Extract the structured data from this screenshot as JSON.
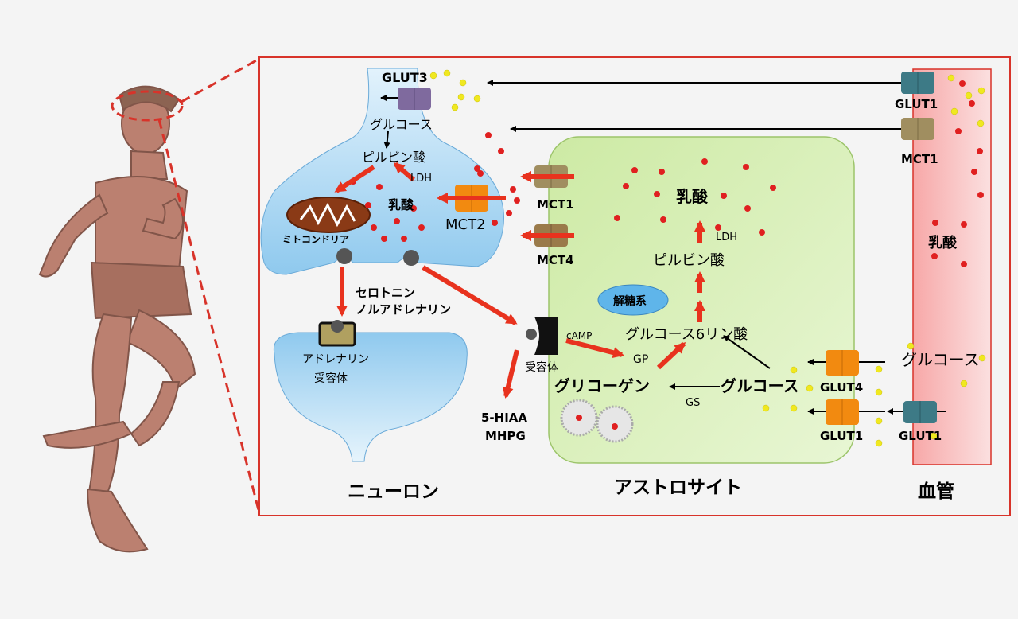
{
  "regions": {
    "neuron": "ニューロン",
    "astrocyte": "アストロサイト",
    "blood_vessel": "血管"
  },
  "neuron": {
    "glut3": "GLUT3",
    "glucose": "グルコース",
    "pyruvate": "ピルビン酸",
    "ldh": "LDH",
    "lactate": "乳酸",
    "mitochondria": "ミトコンドリア",
    "mct2": "MCT2",
    "serotonin": "セロトニン",
    "noradrenaline": "ノルアドレナリン",
    "adrenaline_receptor_line1": "アドレナリン",
    "adrenaline_receptor_line2": "受容体"
  },
  "receptor": {
    "label": "受容体",
    "camp": "cAMP",
    "metabolite1": "5-HIAA",
    "metabolite2": "MHPG"
  },
  "astrocyte": {
    "mct1": "MCT1",
    "mct4": "MCT4",
    "lactate": "乳酸",
    "ldh": "LDH",
    "pyruvate": "ピルビン酸",
    "glycolysis": "解糖系",
    "g6p": "グルコース6リン酸",
    "gp": "GP",
    "glycogen": "グリコーゲン",
    "glucose": "グルコース",
    "gs": "GS",
    "glut4": "GLUT4",
    "glut1": "GLUT1"
  },
  "vessel": {
    "glut1_top": "GLUT1",
    "mct1": "MCT1",
    "lactate": "乳酸",
    "glucose": "グルコース",
    "glut1_bottom": "GLUT1"
  },
  "colors": {
    "frame_red": "#d8332a",
    "arrow_red": "#e8321e",
    "neuron_blue": "#a8d4f0",
    "astrocyte_green": "#d9f0b8",
    "vessel_pink": "#f6b0b0",
    "lactate_dot": "#e02020",
    "glucose_dot": "#f0e820",
    "glut1_teal": "#3d7a86",
    "mct_khaki": "#a08e60",
    "mct2_orange": "#f28a10",
    "glut3_purple": "#7f6a9e",
    "mito_brown": "#8a3a16"
  }
}
